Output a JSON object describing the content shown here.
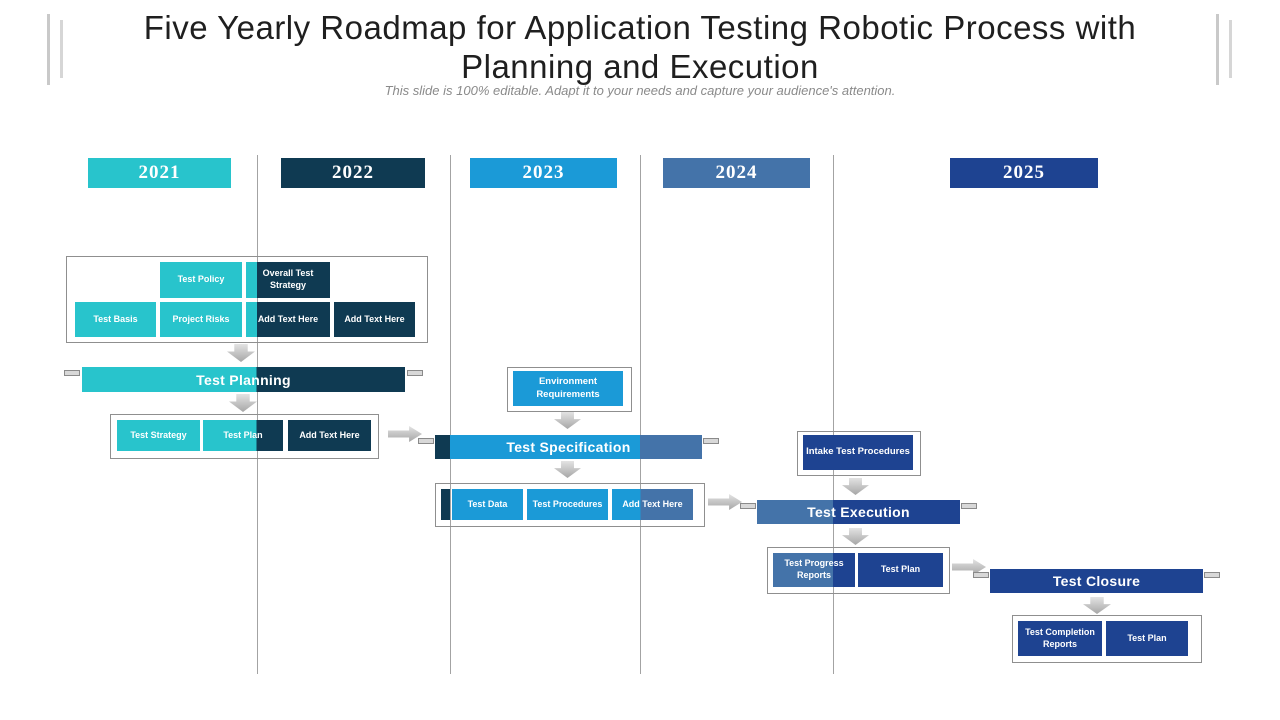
{
  "slide": {
    "title": "Five Yearly Roadmap for Application Testing Robotic Process with Planning and Execution",
    "subtitle": "This slide is 100% editable. Adapt it to your needs and capture your audience's attention."
  },
  "colors": {
    "cyan": "#28c4cc",
    "navy": "#0f3a52",
    "bright_blue": "#1b9ad7",
    "steel_blue": "#4473a9",
    "royal_blue": "#1e4391",
    "arrow_gray": "#a6a6a6",
    "line_gray": "#a3a3a3"
  },
  "years": [
    {
      "label": "2021",
      "color": "#28c4cc"
    },
    {
      "label": "2022",
      "color": "#0f3a52"
    },
    {
      "label": "2023",
      "color": "#1b9ad7"
    },
    {
      "label": "2024",
      "color": "#4473a9"
    },
    {
      "label": "2025",
      "color": "#1e4391"
    }
  ],
  "phases": {
    "planning": {
      "bar": "Test Planning",
      "docs": [
        "Test Policy",
        "Overall Test Strategy",
        "Test Basis",
        "Project Risks",
        "Add Text Here",
        "Add Text Here"
      ],
      "details": [
        "Test Strategy",
        "Test Plan",
        "Add Text Here"
      ]
    },
    "specification": {
      "bar": "Test Specification",
      "input": "Environment Requirements",
      "details": [
        "Test Data",
        "Test Procedures",
        "Add Text Here"
      ]
    },
    "execution": {
      "bar": "Test Execution",
      "input": "Intake Test Procedures",
      "details": [
        "Test Progress Reports",
        "Test Plan"
      ]
    },
    "closure": {
      "bar": "Test Closure",
      "details": [
        "Test Completion Reports",
        "Test Plan"
      ]
    }
  }
}
